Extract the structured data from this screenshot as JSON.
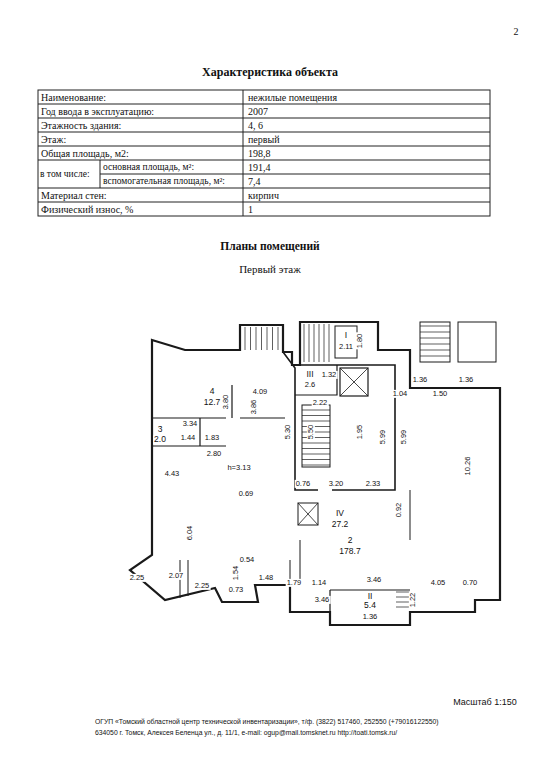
{
  "diagram": {
    "title": "Характеристика объекта",
    "labels": [
      "2",
      "Наименование:",
      "нежилые помещения",
      "Год ввода в эксплуатацию:",
      "2007",
      "Этажность здания:",
      "4, 6",
      "Этаж:",
      "первый",
      "Общая площадь, м2:",
      "198,8",
      "в том числе:",
      "основная площадь, м²:",
      "191,4",
      "вспомогательная площадь, м²:",
      "7,4",
      "Материал стен:",
      "кирпич",
      "Физический износ, %",
      "1",
      "Планы помещений",
      "Первый этаж",
      "I",
      "2.11",
      "1.80",
      "III",
      "1.32",
      "2.6",
      "2.22",
      "4",
      "12.7",
      "3.80",
      "3.86",
      "4.09",
      "3.34",
      "3",
      "2.0",
      "1.44",
      "1.83",
      "2.80",
      "4.43",
      "h=3.13",
      "6.04",
      "5.30",
      "5.50",
      "1.95",
      "5.99",
      "5.99",
      "IV",
      "27.2",
      "0.76",
      "3.20",
      "2.33",
      "0.69",
      "0.92",
      "1.04",
      "1.36",
      "1.50",
      "1.36",
      "10.26",
      "2",
      "178.7",
      "2.25",
      "2.07",
      "2.25",
      "0.54",
      "1.54",
      "0.73",
      "1.48",
      "1.79",
      "1.14",
      "3.46",
      "3.46",
      "II",
      "5.4",
      "1.22",
      "4.05",
      "0.70",
      "1.36",
      "Масштаб 1:150",
      "ОГУП «Томский областной центр технической инвентаризации», т/ф. (3822) 517460, 252550 (+79016122550)",
      "634050 г. Томск, Алексея Беленца ул., д. 11/1, e-mail: ogup@mail.tomsknet.ru http://toati.tomsk.ru/"
    ]
  }
}
